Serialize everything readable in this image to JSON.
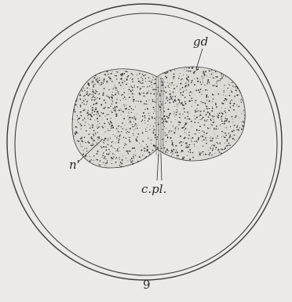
{
  "figure": {
    "labels": {
      "gd": "gd",
      "n": "n'",
      "cpl": "c.pl.",
      "figure_number": "9"
    },
    "colors": {
      "paper": "#ebeae6",
      "ink": "#2a2a2a",
      "cell_fill": "#dcdad4"
    }
  }
}
